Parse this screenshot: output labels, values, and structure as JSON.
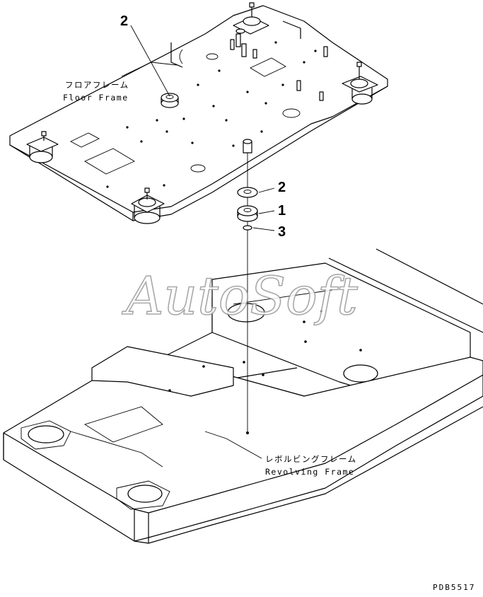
{
  "diagram": {
    "callouts": [
      {
        "id": "callout-2-top",
        "text": "2"
      },
      {
        "id": "callout-2",
        "text": "2"
      },
      {
        "id": "callout-1",
        "text": "1"
      },
      {
        "id": "callout-3",
        "text": "3"
      }
    ],
    "labels": {
      "floor_frame_jp": "フロアフレーム",
      "floor_frame_en": "Floor Frame",
      "revolving_frame_jp": "レボルビングフレーム",
      "revolving_frame_en": "Revolving Frame"
    },
    "watermark": "AutoSoft",
    "drawing_code": "PDB5517"
  }
}
